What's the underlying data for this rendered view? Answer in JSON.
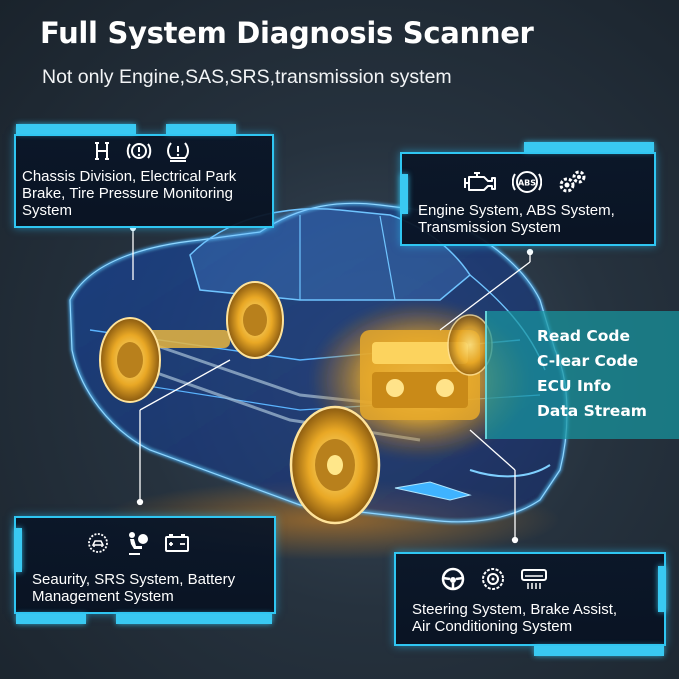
{
  "header": {
    "title": "Full System Diagnosis Scanner",
    "subtitle": "Not only Engine,SAS,SRS,transmission system"
  },
  "panels": {
    "chassis": {
      "icons": [
        "suspension-icon",
        "brake-icon",
        "tire-pressure-icon"
      ],
      "line1": "Chassis Division, Electrical Park",
      "line2": "Brake, Tire Pressure Monitoring",
      "line3": "System"
    },
    "engine": {
      "icons": [
        "engine-icon",
        "abs-icon",
        "gears-icon"
      ],
      "abs_label": "ABS",
      "line1": "Engine System, ABS System,",
      "line2": "Transmission System"
    },
    "security": {
      "icons": [
        "security-icon",
        "airbag-icon",
        "battery-icon"
      ],
      "line1": "Seaurity, SRS System, Battery",
      "line2": "Management System"
    },
    "steering": {
      "icons": [
        "steering-wheel-icon",
        "brake-disc-icon",
        "air-conditioning-icon"
      ],
      "line1": "Steering System, Brake Assist,",
      "line2": "Air Conditioning System"
    }
  },
  "features": {
    "items": [
      "Read Code",
      "C-lear Code",
      "ECU Info",
      "Data Stream"
    ]
  },
  "colors": {
    "panel_border": "#2fc6f2",
    "car_glow": "#2b8cff",
    "engine_glow": "#f5b52a",
    "feature_box": "#1896a0"
  }
}
